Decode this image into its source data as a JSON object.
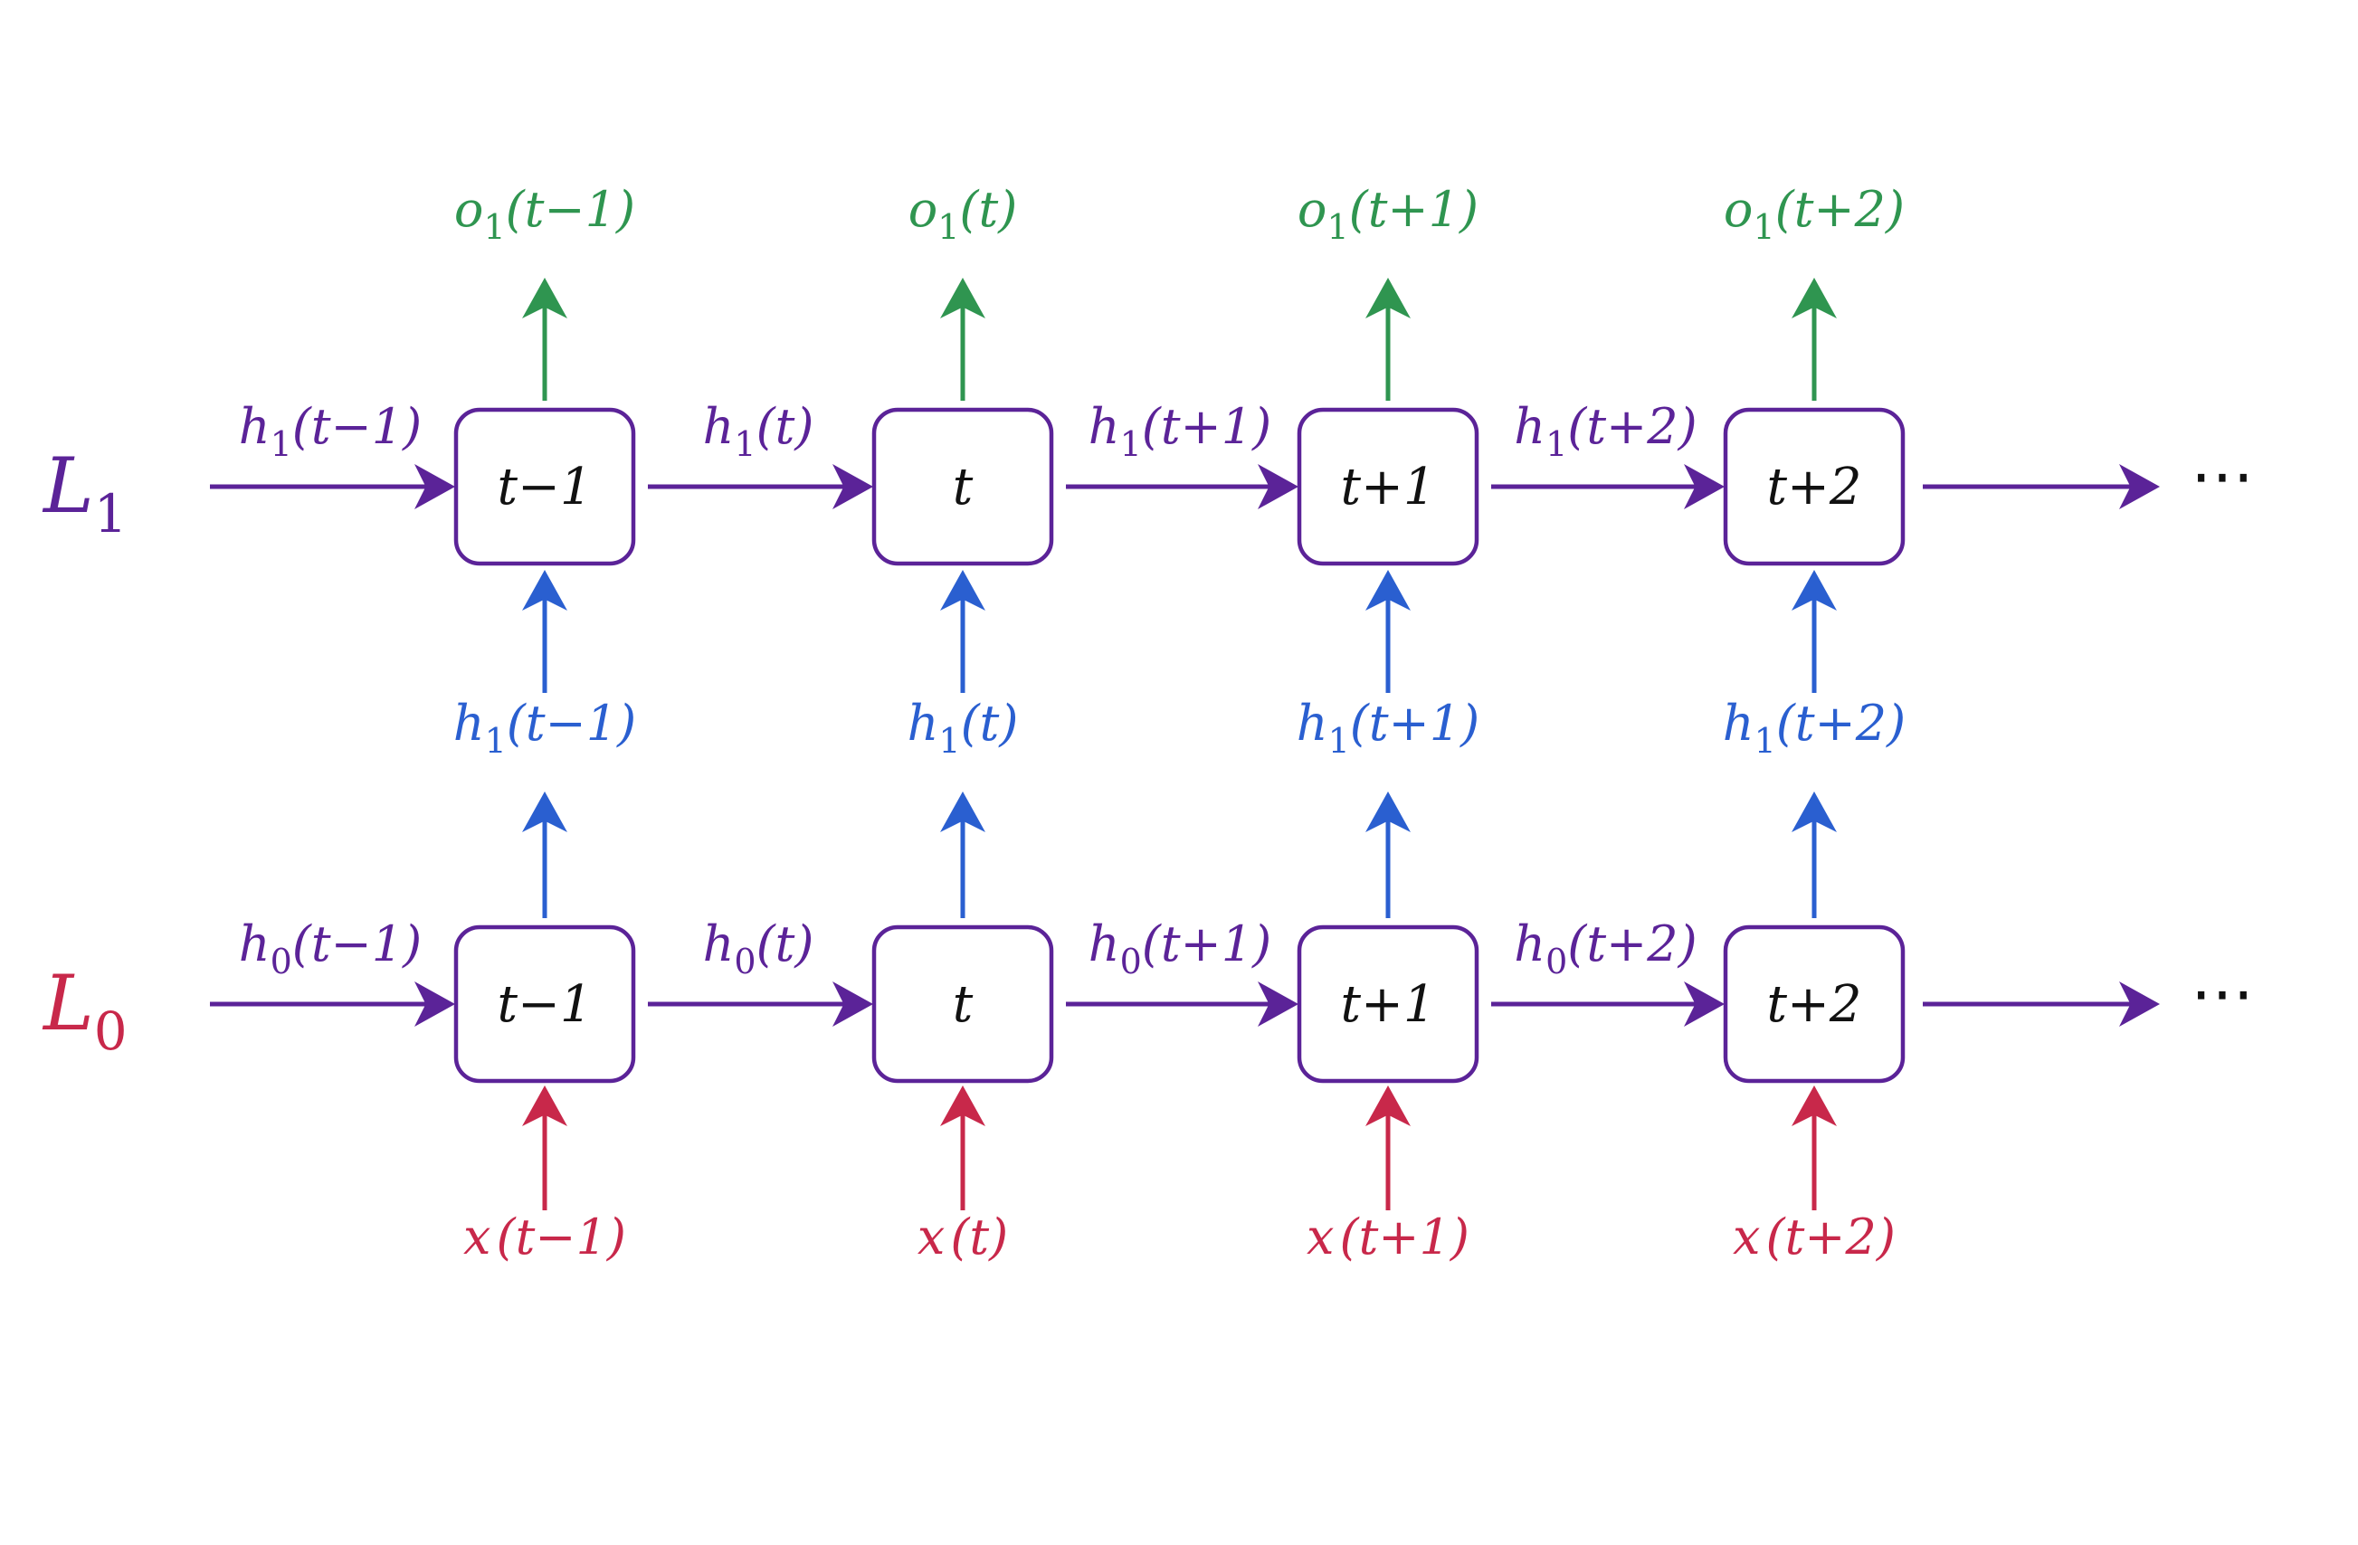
{
  "colors": {
    "recurrent": "#5b2398",
    "hidden_up": "#2a5fd0",
    "output": "#2f9550",
    "input": "#c8284a",
    "cell_text": "#111111",
    "background": "#ffffff"
  },
  "layers": {
    "L1": {
      "label": "L",
      "sub": "1",
      "color": "#5b2398"
    },
    "L0": {
      "label": "L",
      "sub": "0",
      "color": "#c8284a"
    }
  },
  "continuation": "⋯",
  "columns": [
    {
      "cell_text": "t−1",
      "output": {
        "base": "o",
        "sub": "1",
        "arg": "(t−1)"
      },
      "hidden_up": {
        "base": "h",
        "sub": "1",
        "arg": "(t−1)"
      },
      "input": {
        "base": "x",
        "arg": "(t−1)"
      },
      "h1_in": {
        "base": "h",
        "sub": "1",
        "arg": "(t−1)"
      },
      "h0_in": {
        "base": "h",
        "sub": "0",
        "arg": "(t−1)"
      }
    },
    {
      "cell_text": "t",
      "output": {
        "base": "o",
        "sub": "1",
        "arg": "(t)"
      },
      "hidden_up": {
        "base": "h",
        "sub": "1",
        "arg": "(t)"
      },
      "input": {
        "base": "x",
        "arg": "(t)"
      },
      "h1_in": {
        "base": "h",
        "sub": "1",
        "arg": "(t)"
      },
      "h0_in": {
        "base": "h",
        "sub": "0",
        "arg": "(t)"
      }
    },
    {
      "cell_text": "t+1",
      "output": {
        "base": "o",
        "sub": "1",
        "arg": "(t+1)"
      },
      "hidden_up": {
        "base": "h",
        "sub": "1",
        "arg": "(t+1)"
      },
      "input": {
        "base": "x",
        "arg": "(t+1)"
      },
      "h1_in": {
        "base": "h",
        "sub": "1",
        "arg": "(t+1)"
      },
      "h0_in": {
        "base": "h",
        "sub": "0",
        "arg": "(t+1)"
      }
    },
    {
      "cell_text": "t+2",
      "output": {
        "base": "o",
        "sub": "1",
        "arg": "(t+2)"
      },
      "hidden_up": {
        "base": "h",
        "sub": "1",
        "arg": "(t+2)"
      },
      "input": {
        "base": "x",
        "arg": "(t+2)"
      },
      "h1_in": {
        "base": "h",
        "sub": "1",
        "arg": "(t+2)"
      },
      "h0_in": {
        "base": "h",
        "sub": "0",
        "arg": "(t+2)"
      }
    }
  ]
}
